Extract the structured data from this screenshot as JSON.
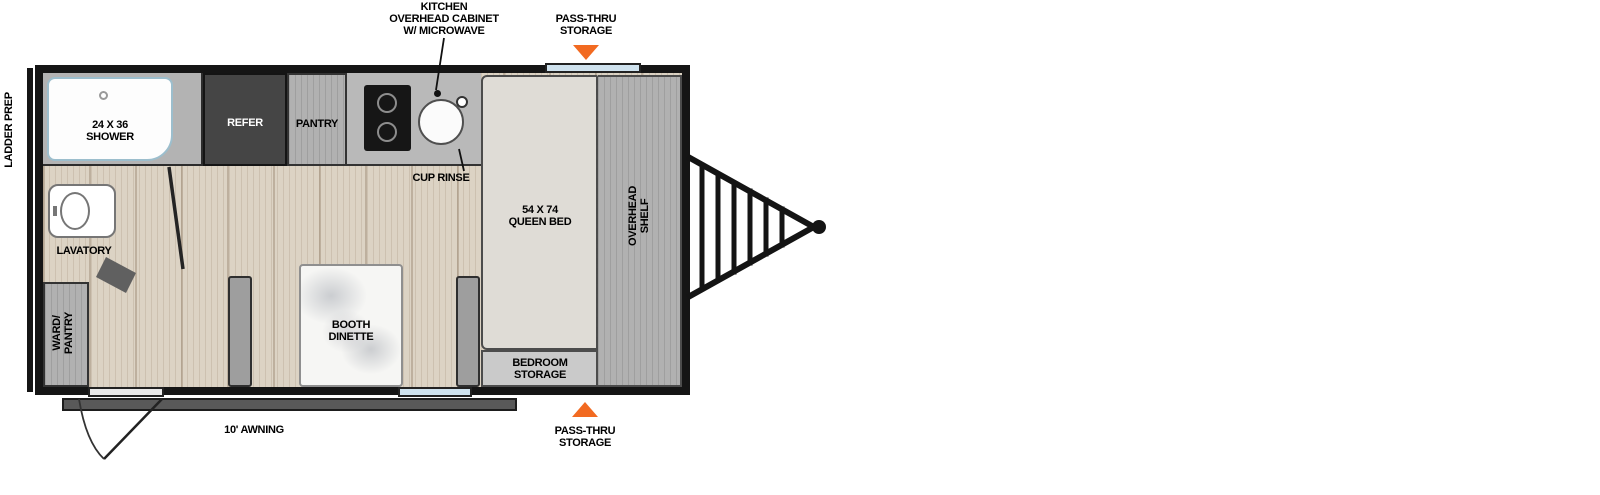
{
  "colors": {
    "accent_orange": "#F26A21",
    "window_blue": "#CFE2EE",
    "floor_wood": "#DCD3C4",
    "refer_dark": "#454545"
  },
  "callouts": {
    "kitchen_overhead": "KITCHEN\nOVERHEAD CABINET\nW/ MICROWAVE",
    "pass_thru_top": "PASS-THRU\nSTORAGE",
    "pass_thru_bottom": "PASS-THRU\nSTORAGE",
    "ladder_prep": "LADDER PREP",
    "awning": "10' AWNING",
    "cup_rinse": "CUP RINSE"
  },
  "rooms": {
    "shower": "24 X 36\nSHOWER",
    "refer": "REFER",
    "pantry": "PANTRY",
    "queen_bed": "54 X 74\nQUEEN BED",
    "overhead_shelf": "OVERHEAD\nSHELF",
    "lavatory": "LAVATORY",
    "ward_pantry": "WARD/\nPANTRY",
    "booth_dinette": "BOOTH\nDINETTE",
    "bedroom_storage": "BEDROOM\nSTORAGE"
  }
}
